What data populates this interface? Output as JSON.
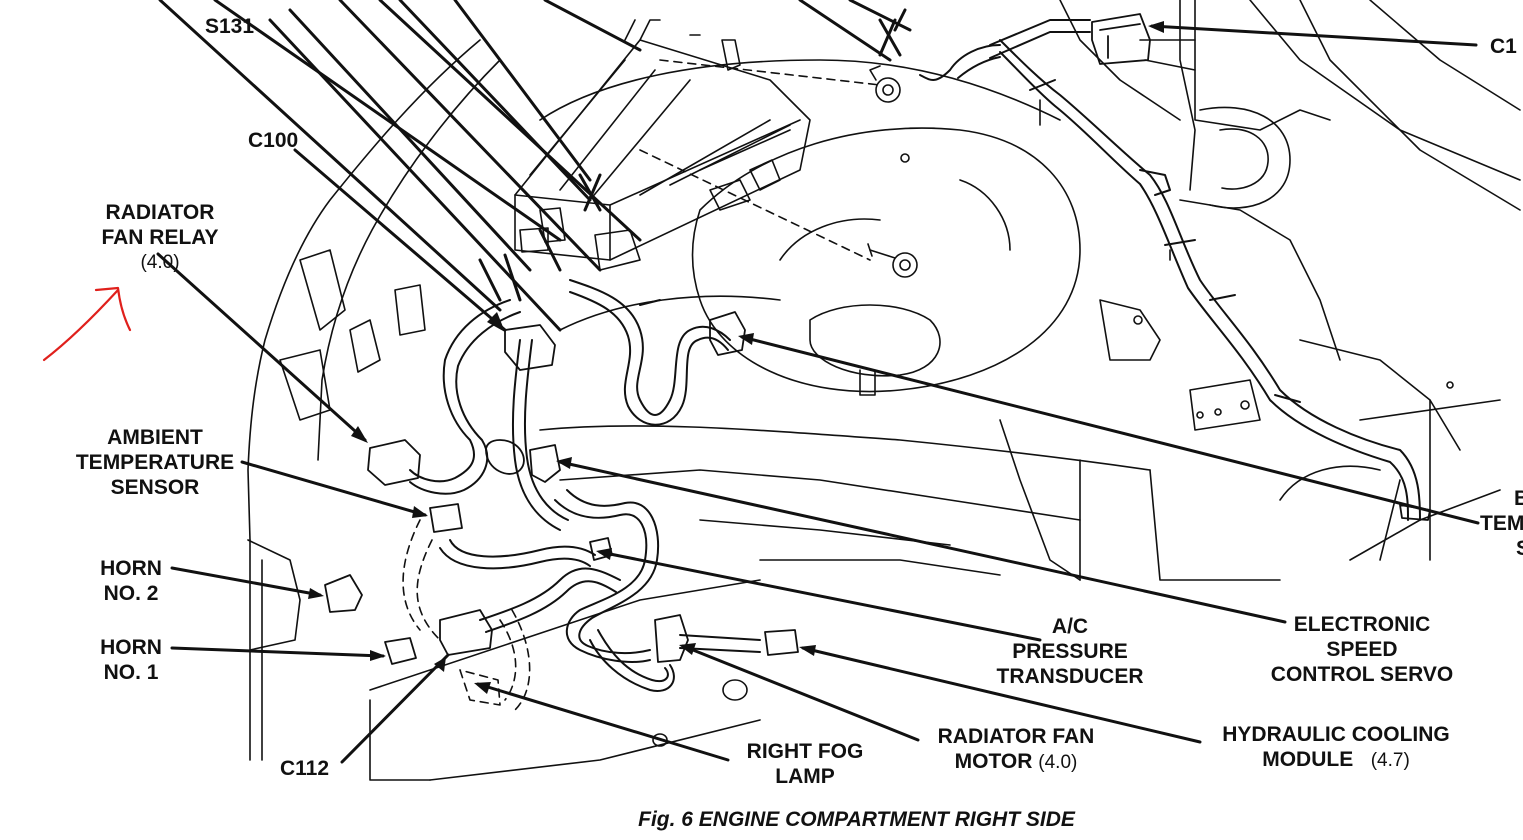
{
  "figure": {
    "caption": "Fig. 6 ENGINE COMPARTMENT RIGHT SIDE"
  },
  "labels": {
    "s131": "S131",
    "c100": "C100",
    "c1_partial": "C1",
    "radiator_fan_relay": {
      "line1": "RADIATOR",
      "line2": "FAN RELAY",
      "line3": "(4.0)"
    },
    "ambient_temp_sensor": {
      "line1": "AMBIENT",
      "line2": "TEMPERATURE",
      "line3": "SENSOR"
    },
    "horn_no2": {
      "line1": "HORN",
      "line2": "NO. 2"
    },
    "horn_no1": {
      "line1": "HORN",
      "line2": "NO. 1"
    },
    "c112": "C112",
    "right_fog_lamp": {
      "line1": "RIGHT FOG",
      "line2": "LAMP"
    },
    "radiator_fan_motor": {
      "line1": "RADIATOR FAN",
      "line2": "MOTOR",
      "line2_suffix": "(4.0)"
    },
    "hydraulic_cooling_module": {
      "line1": "HYDRAULIC COOLING",
      "line2": "MODULE",
      "line2_suffix": "(4.7)"
    },
    "ac_pressure_transducer": {
      "line1": "A/C",
      "line2": "PRESSURE",
      "line3": "TRANSDUCER"
    },
    "electronic_speed_control_servo": {
      "line1": "ELECTRONIC",
      "line2": "SPEED",
      "line3": "CONTROL SERVO"
    },
    "right_edge_partial": {
      "line1": "B",
      "line2": "TEM",
      "line3": "S"
    }
  },
  "colors": {
    "ink": "#111111",
    "annotation": "#e0201c"
  }
}
